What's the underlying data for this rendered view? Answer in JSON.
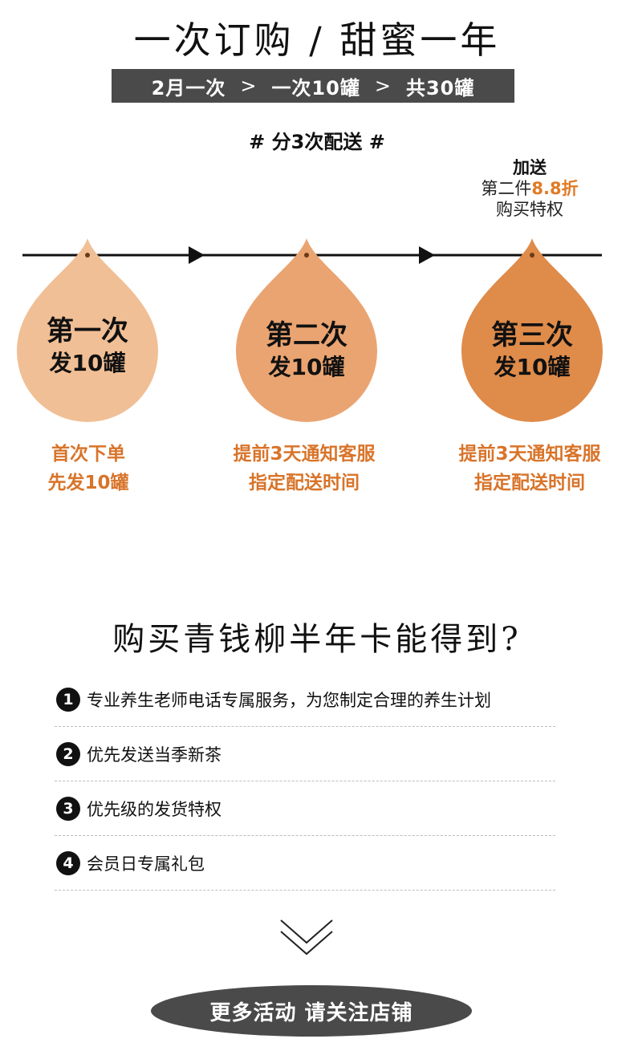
{
  "header": {
    "title": "一次订购 / 甜蜜一年",
    "banner": {
      "part1": "2月一次",
      "sep": ">",
      "part2": "一次10罐",
      "part3": "共30罐"
    },
    "subheading": "# 分3次配送 #"
  },
  "bonus": {
    "line1": "加送",
    "line2_prefix": "第二件",
    "discount": "8.8折",
    "line3": "购买特权"
  },
  "stages": [
    {
      "title": "第一次",
      "qty": "发10罐",
      "note_line1": "首次下单",
      "note_line2": "先发10罐",
      "color": "#f1bf95"
    },
    {
      "title": "第二次",
      "qty": "发10罐",
      "note_line1": "提前3天通知客服",
      "note_line2": "指定配送时间",
      "color": "#eaa471"
    },
    {
      "title": "第三次",
      "qty": "发10罐",
      "note_line1": "提前3天通知客服",
      "note_line2": "指定配送时间",
      "color": "#df8b4a"
    }
  ],
  "question": "购买青钱柳半年卡能得到?",
  "benefits": [
    {
      "num": "1",
      "text": "专业养生老师电话专属服务，为您制定合理的养生计划"
    },
    {
      "num": "2",
      "text": "优先发送当季新茶"
    },
    {
      "num": "3",
      "text": "优先级的发货特权"
    },
    {
      "num": "4",
      "text": "会员日专属礼包"
    }
  ],
  "cta_label": "更多活动  请关注店铺",
  "colors": {
    "accent": "#e07a24",
    "note": "#d8742a",
    "banner_bg": "#4a4a4a"
  }
}
